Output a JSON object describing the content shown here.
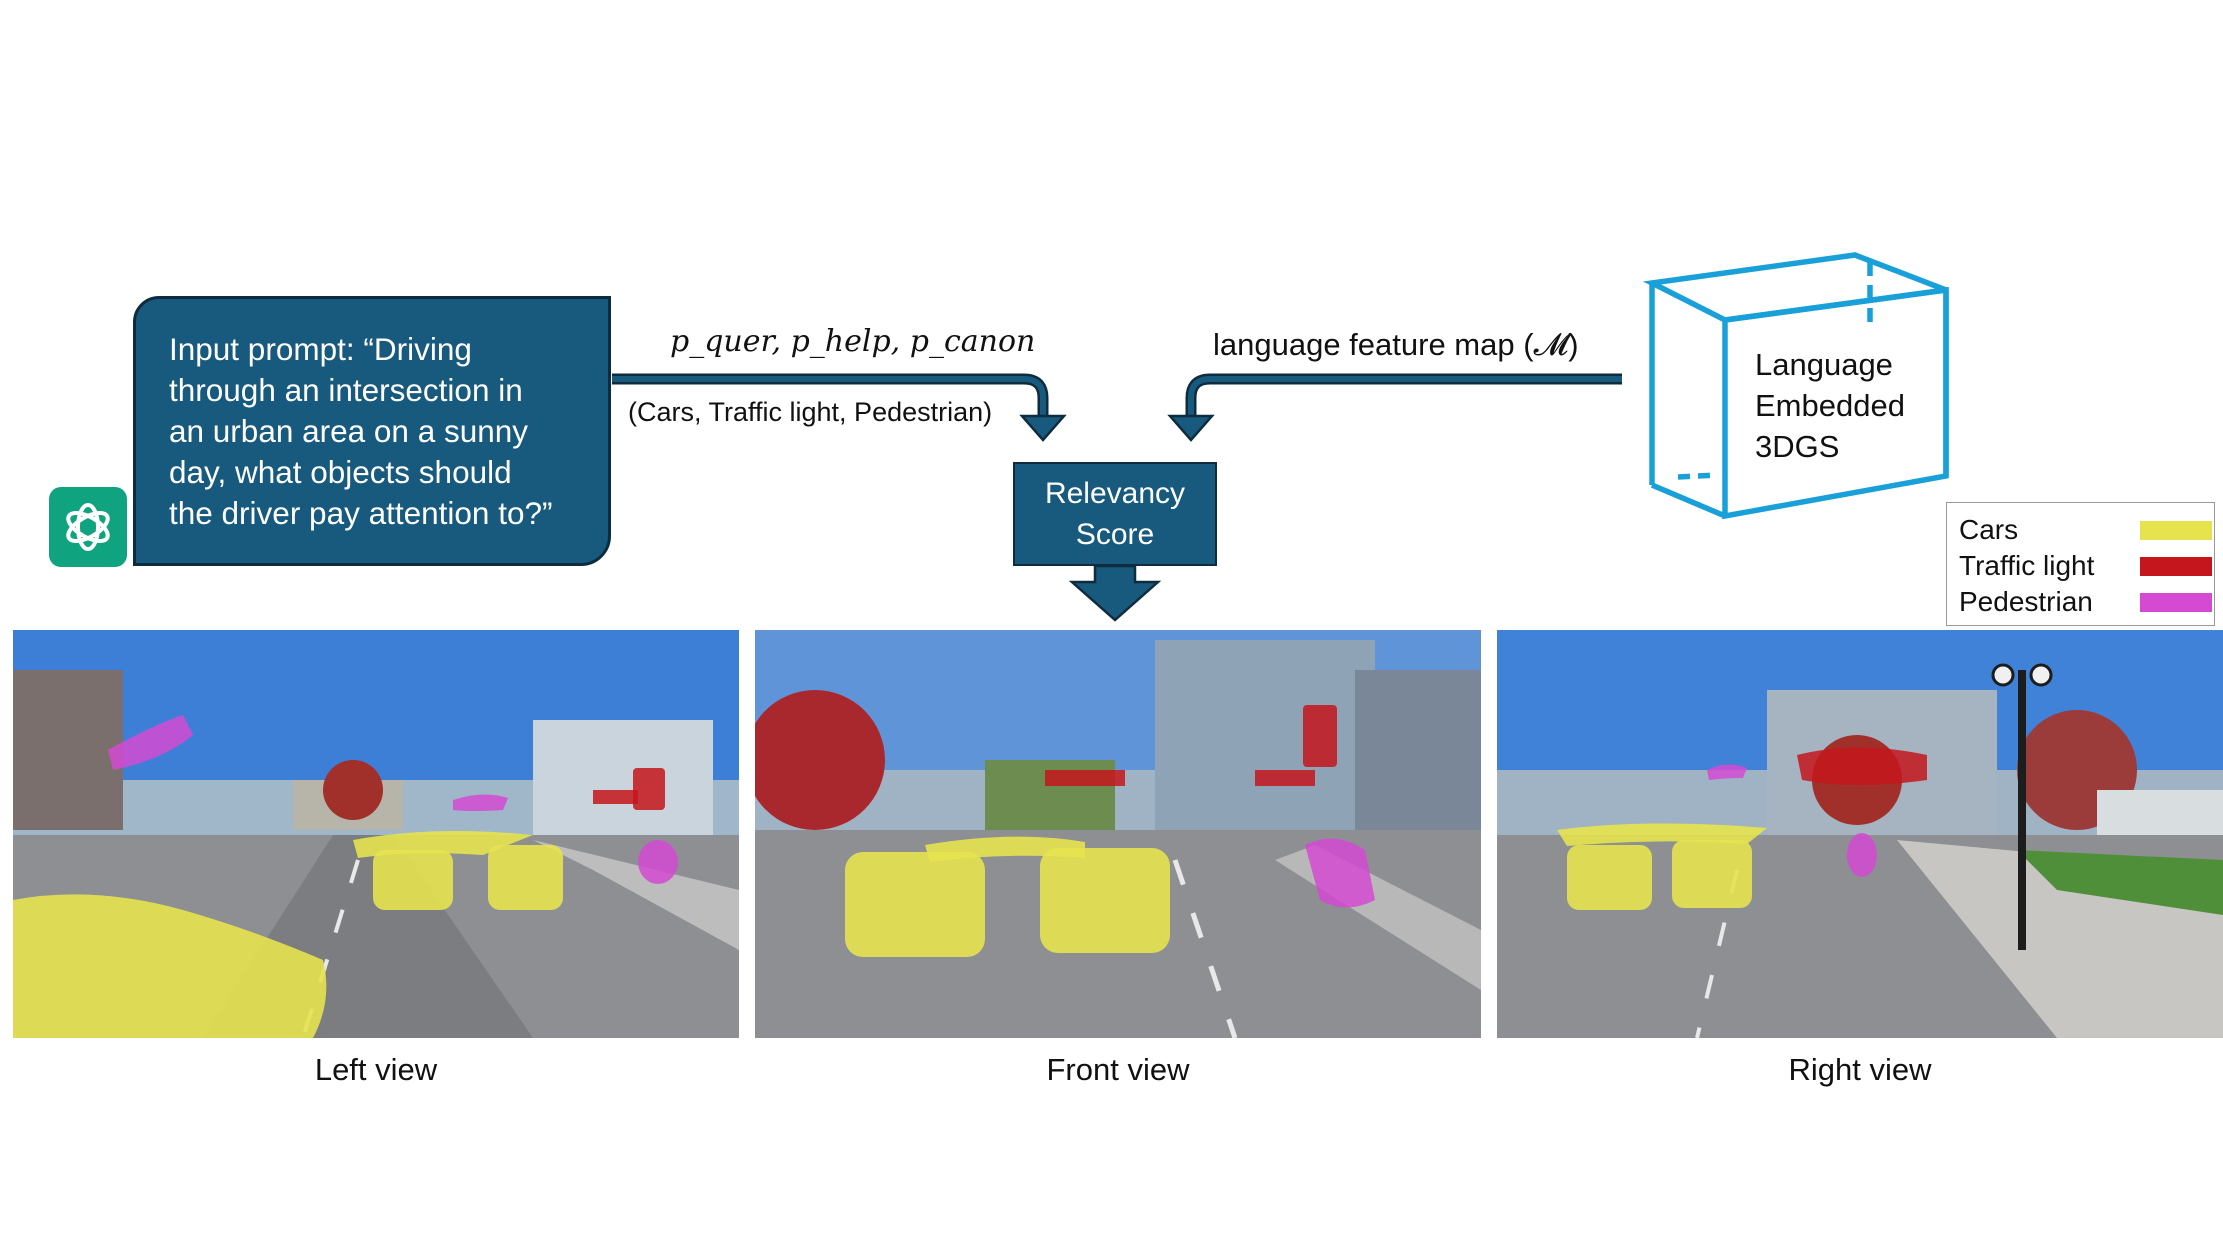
{
  "prompt": {
    "lines": [
      "Input prompt: “Driving",
      "through an intersection in",
      "an urban area on a sunny",
      "day, what objects should",
      "the driver pay attention to?”"
    ],
    "logo_icon": "openai-chatgpt-icon"
  },
  "query_terms_label": "p_quer, p_help, p_canon",
  "categories_label": "(Cars, Traffic light, Pedestrian)",
  "feature_map_label": "language feature map (𝓜)",
  "relevancy": {
    "line1": "Relevancy",
    "line2": "Score"
  },
  "cube": {
    "lines": [
      "Language",
      "Embedded",
      "3DGS"
    ]
  },
  "legend": [
    {
      "label": "Cars",
      "color": "#e6e34f"
    },
    {
      "label": "Traffic light",
      "color": "#c4161c"
    },
    {
      "label": "Pedestrian",
      "color": "#d44ad2"
    }
  ],
  "views": [
    {
      "label": "Left view"
    },
    {
      "label": "Front view"
    },
    {
      "label": "Right view"
    }
  ],
  "colors": {
    "box_fill": "#175a7d",
    "box_border": "#0e2c3e",
    "cube_stroke": "#1aa0d8",
    "sky": "#3d7fd6",
    "road": "#8d8f93"
  }
}
